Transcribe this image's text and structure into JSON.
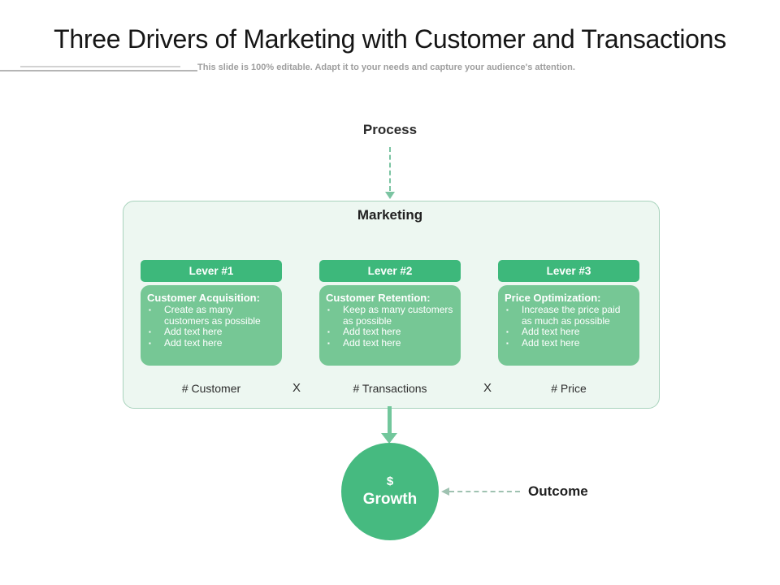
{
  "slide": {
    "title": "Three Drivers of Marketing with Customer and Transactions",
    "subtitle": "This slide is 100% editable. Adapt it to your needs and capture your audience's attention."
  },
  "diagram": {
    "process_label": "Process",
    "container_title": "Marketing",
    "levers": [
      {
        "header": "Lever #1",
        "heading": "Customer Acquisition:",
        "bullets": [
          "Create as many customers as possible",
          "Add text here",
          "Add text here"
        ]
      },
      {
        "header": "Lever #2",
        "heading": "Customer Retention:",
        "bullets": [
          "Keep as many customers as possible",
          "Add text here",
          "Add text here"
        ]
      },
      {
        "header": "Lever #3",
        "heading": "Price Optimization:",
        "bullets": [
          "Increase the price paid as much as possible",
          "Add text here",
          "Add text here"
        ]
      }
    ],
    "formula": {
      "factor1": "# Customer",
      "operator1": "X",
      "factor2": "# Transactions",
      "operator2": "X",
      "factor3": "# Price"
    },
    "bullet_marker": "▪",
    "growth": {
      "line1": "$",
      "line2": "Growth"
    },
    "outcome_label": "Outcome"
  },
  "colors": {
    "lever_header": "#3db87b",
    "lever_body": "#76c795",
    "circle_green": "#46ba80",
    "container_fill": "#edf7f1",
    "container_border": "#a9d3bd",
    "solid_arrow": "#72c79c",
    "dashed_process": "#7bc4a2",
    "dashed_outcome": "#9fc2b1",
    "subtitle_gray": "#9e9e9e",
    "line_gray": "#b5b5b5",
    "line_gray_light": "#d2d2d2",
    "text_dark": "#262626"
  }
}
